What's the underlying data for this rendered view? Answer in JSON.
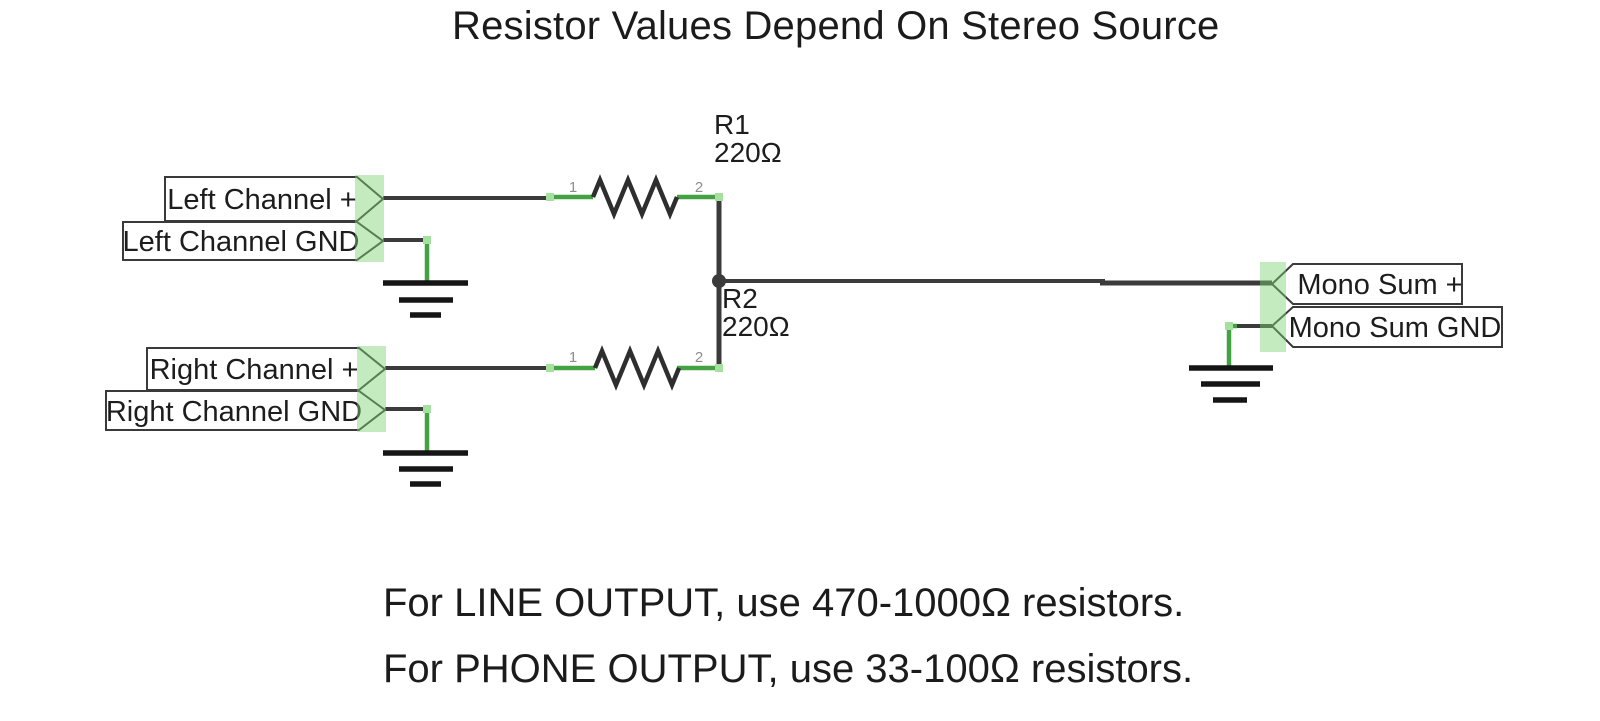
{
  "title": "Resistor Values Depend On Stereo Source",
  "schematic": {
    "net_labels": {
      "left_plus": {
        "text": "Left Channel +"
      },
      "left_gnd": {
        "text": "Left Channel GND"
      },
      "right_plus": {
        "text": "Right Channel +"
      },
      "right_gnd": {
        "text": "Right Channel GND"
      },
      "mono_plus": {
        "text": "Mono Sum +"
      },
      "mono_gnd": {
        "text": "Mono Sum GND"
      }
    },
    "resistors": {
      "r1": {
        "ref": "R1",
        "value": "220Ω",
        "pin1": "1",
        "pin2": "2"
      },
      "r2": {
        "ref": "R2",
        "value": "220Ω",
        "pin1": "1",
        "pin2": "2"
      }
    }
  },
  "notes": {
    "line1": "For LINE OUTPUT, use 470-1000Ω resistors.",
    "line2": "For PHONE OUTPUT, use 33-100Ω resistors."
  },
  "colors": {
    "wire_dark": "#3b3b3b",
    "wire_green": "#43a343",
    "highlight_green": "rgba(123,211,112,0.45)",
    "endpoint_green": "#a6e09f",
    "ground_black": "#151515",
    "text_dark": "#1d1d1d",
    "pin_number_gray": "#8d8d8d"
  }
}
